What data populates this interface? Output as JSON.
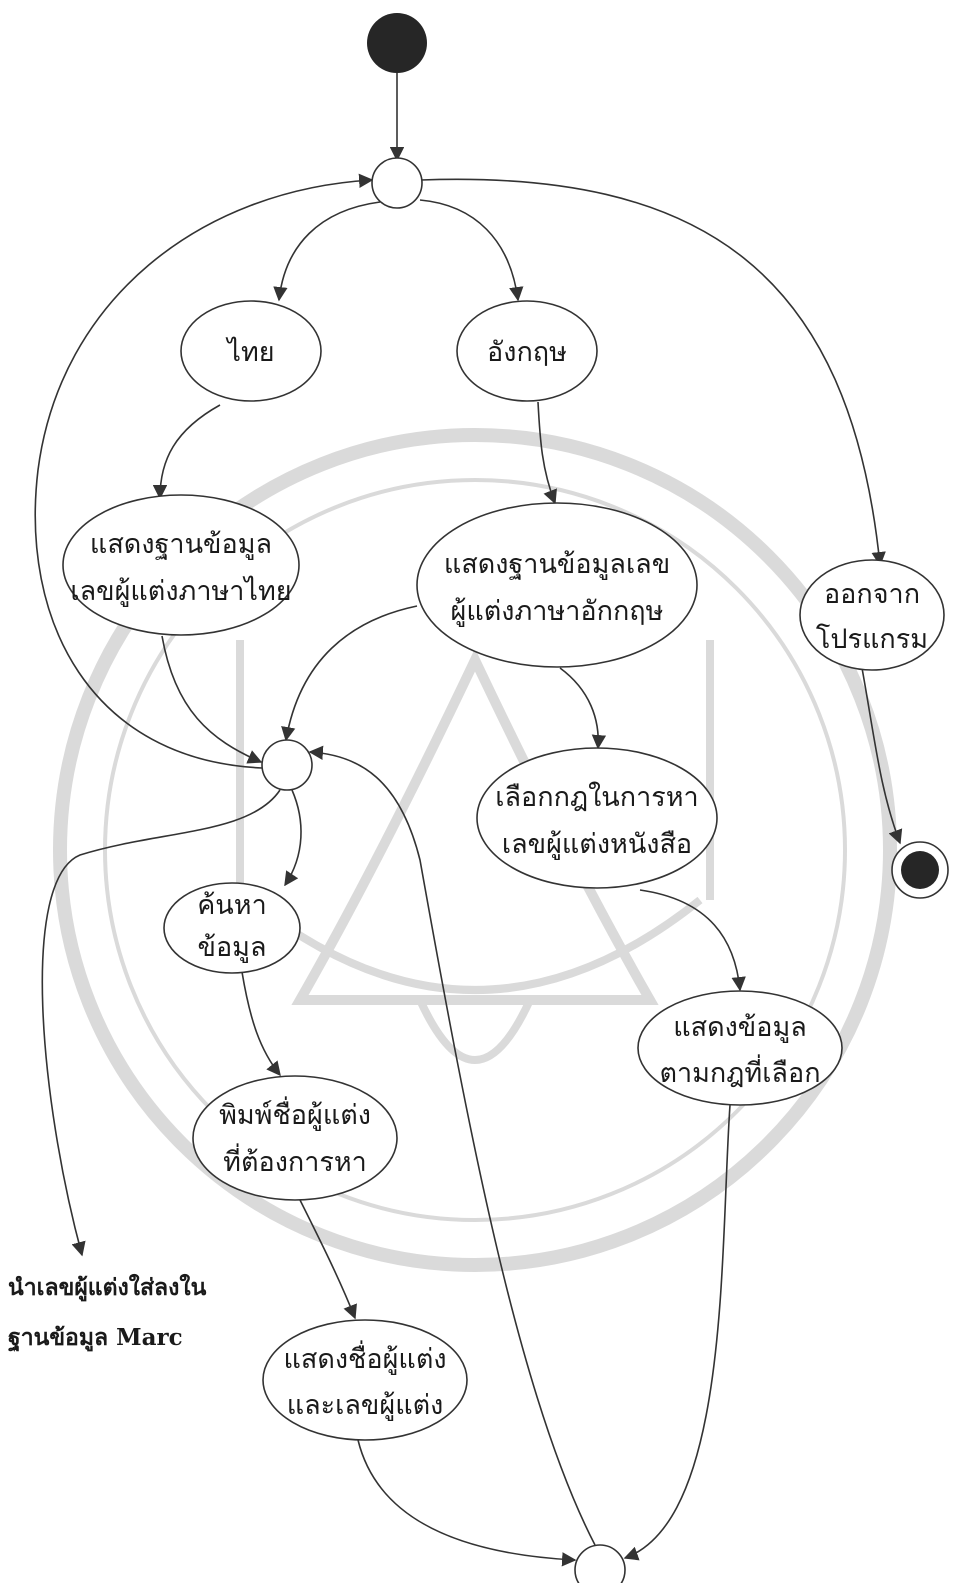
{
  "diagram": {
    "type": "activity-diagram",
    "states": [
      {
        "id": "thai",
        "lines": [
          "ไทย"
        ]
      },
      {
        "id": "english",
        "lines": [
          "อังกฤษ"
        ]
      },
      {
        "id": "show-thai-db",
        "lines": [
          "แสดงฐานข้อมูล",
          "เลขผู้แต่งภาษาไทย"
        ]
      },
      {
        "id": "show-eng-db",
        "lines": [
          "แสดงฐานข้อมูลเลข",
          "ผู้แต่งภาษาอักกฤษ"
        ]
      },
      {
        "id": "exit",
        "lines": [
          "ออกจาก",
          "โปรแกรม"
        ]
      },
      {
        "id": "choose-rule",
        "lines": [
          "เลือกกฎในการหา",
          "เลขผู้แต่งหนังสือ"
        ]
      },
      {
        "id": "search",
        "lines": [
          "ค้นหา",
          "ข้อมูล"
        ]
      },
      {
        "id": "type-name",
        "lines": [
          "พิมพ์ชื่อผู้แต่ง",
          "ที่ต้องการหา"
        ]
      },
      {
        "id": "show-rule-data",
        "lines": [
          "แสดงข้อมูล",
          "ตามกฎที่เลือก"
        ]
      },
      {
        "id": "show-name-number",
        "lines": [
          "แสดงชื่อผู้แต่ง",
          "และเลขผู้แต่ง"
        ]
      }
    ],
    "note": {
      "lines": [
        "นำเลขผู้แต่งใส่ลงใน",
        "ฐานข้อมูล Marc"
      ]
    },
    "transitions": [
      [
        "start",
        "decision-top"
      ],
      [
        "decision-top",
        "thai"
      ],
      [
        "decision-top",
        "english"
      ],
      [
        "decision-top",
        "exit"
      ],
      [
        "thai",
        "show-thai-db"
      ],
      [
        "english",
        "show-eng-db"
      ],
      [
        "exit",
        "end"
      ],
      [
        "show-thai-db",
        "decision-mid"
      ],
      [
        "show-eng-db",
        "decision-mid"
      ],
      [
        "show-eng-db",
        "choose-rule"
      ],
      [
        "decision-mid",
        "decision-top"
      ],
      [
        "decision-mid",
        "search"
      ],
      [
        "decision-mid",
        "note"
      ],
      [
        "choose-rule",
        "show-rule-data"
      ],
      [
        "search",
        "type-name"
      ],
      [
        "type-name",
        "show-name-number"
      ],
      [
        "show-name-number",
        "decision-bottom"
      ],
      [
        "show-rule-data",
        "decision-bottom"
      ],
      [
        "decision-bottom",
        "decision-mid"
      ]
    ]
  }
}
